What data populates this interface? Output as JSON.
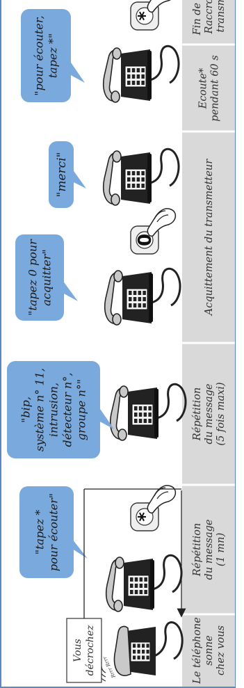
{
  "colors": {
    "border": "#5b87c4",
    "band": "#d9d9d9",
    "band_text": "#333333",
    "bubble": "#7aa9dd",
    "phone": "#222222"
  },
  "bottom_labels": [
    [
      "Le téléphone",
      "sonne",
      "chez vous"
    ],
    [
      "Répétition",
      "du message",
      "(1 mn)"
    ],
    [
      "Répétition",
      "du message",
      "(5 fois maxi)"
    ],
    [
      "Acquittement du transmetteur"
    ],
    [
      "Ecoute*",
      "pendant 60 s"
    ],
    [
      "Fin de l'appel.",
      "Raccroché du",
      "transmetteur"
    ]
  ],
  "callout": [
    "Vous",
    "décrochez"
  ],
  "bubbles": [
    [
      "\"tapez *",
      "pour écouter\""
    ],
    [
      "\"bip,",
      "système n° 11,",
      "intrusion,",
      "détecteur n°,",
      "groupe n°\""
    ],
    [
      "\"tapez 0 pour",
      "acquitter\""
    ],
    [
      "\"merci\""
    ],
    [
      "\"pour écouter,",
      "tapez *\""
    ]
  ],
  "key_labels": [
    "*",
    "0",
    "*"
  ],
  "ring_text": "Rrrr Rrrr",
  "icons": [
    "ringing-phone-icon",
    "telephone-icon",
    "keypad-hand-icon"
  ]
}
